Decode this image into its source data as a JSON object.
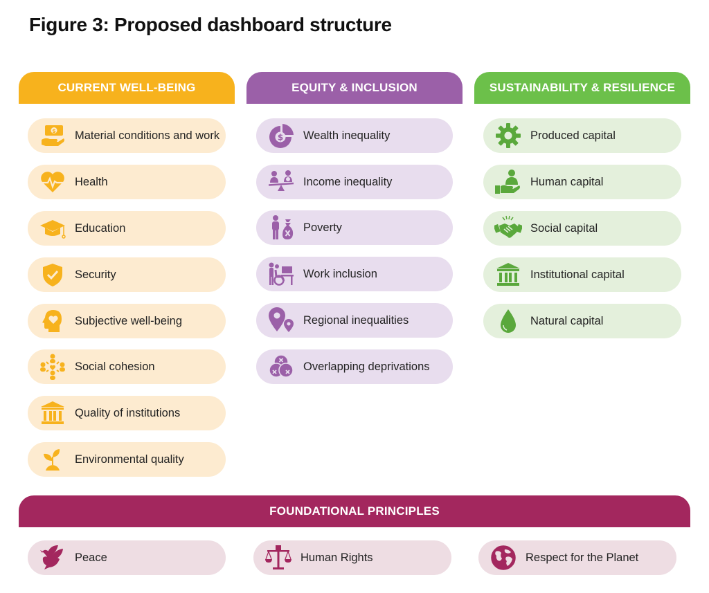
{
  "title": "Figure 3: Proposed dashboard structure",
  "colors": {
    "current": "#f7b21d",
    "equity": "#9b60a8",
    "sustain": "#6cc04a",
    "foundation": "#a3275e"
  },
  "columns": {
    "current": {
      "header": "CURRENT WELL-BEING",
      "items": [
        {
          "label": "Material conditions and work",
          "icon": "money-hand-icon"
        },
        {
          "label": "Health",
          "icon": "heart-pulse-icon"
        },
        {
          "label": "Education",
          "icon": "graduation-cap-icon"
        },
        {
          "label": "Security",
          "icon": "shield-check-icon"
        },
        {
          "label": "Subjective well-being",
          "icon": "head-heart-icon"
        },
        {
          "label": "Social cohesion",
          "icon": "people-network-icon"
        },
        {
          "label": "Quality of institutions",
          "icon": "institution-icon"
        },
        {
          "label": "Environmental quality",
          "icon": "sprout-icon"
        }
      ]
    },
    "equity": {
      "header": "EQUITY & INCLUSION",
      "items": [
        {
          "label": "Wealth inequality",
          "icon": "pie-dollar-icon"
        },
        {
          "label": "Income inequality",
          "icon": "balance-people-icon"
        },
        {
          "label": "Poverty",
          "icon": "person-moneybag-icon"
        },
        {
          "label": "Work inclusion",
          "icon": "wheelchair-desk-icon"
        },
        {
          "label": "Regional inequalities",
          "icon": "map-pins-icon"
        },
        {
          "label": "Overlapping deprivations",
          "icon": "venn-x-icon"
        }
      ]
    },
    "sustain": {
      "header": "SUSTAINABILITY & RESILIENCE",
      "items": [
        {
          "label": "Produced capital",
          "icon": "gear-icon"
        },
        {
          "label": "Human capital",
          "icon": "hand-person-icon"
        },
        {
          "label": "Social capital",
          "icon": "handshake-icon"
        },
        {
          "label": "Institutional capital",
          "icon": "institution-icon"
        },
        {
          "label": "Natural capital",
          "icon": "water-drop-icon"
        }
      ]
    }
  },
  "foundation": {
    "header": "FOUNDATIONAL PRINCIPLES",
    "items": [
      {
        "label": "Peace",
        "icon": "dove-icon"
      },
      {
        "label": "Human Rights",
        "icon": "justice-scales-icon"
      },
      {
        "label": "Respect for the Planet",
        "icon": "globe-icon"
      }
    ]
  }
}
